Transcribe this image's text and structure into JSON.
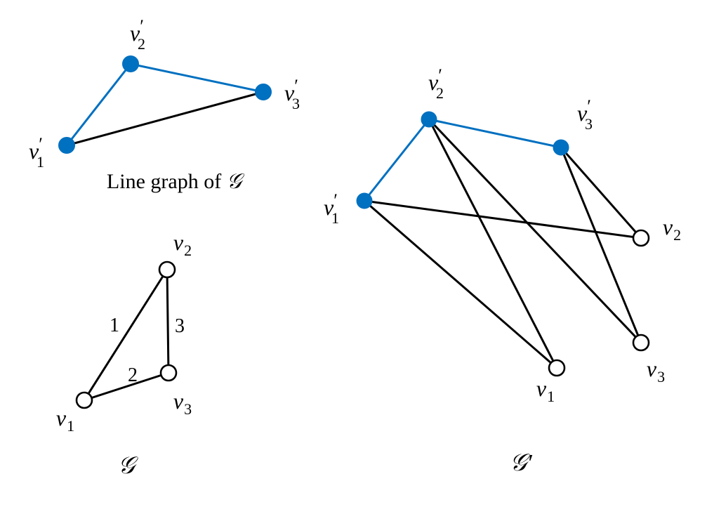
{
  "colors": {
    "filled_node": "#0070C0",
    "highlight_edge": "#0070C0",
    "edge": "#000000",
    "open_node_fill": "#FFFFFF",
    "open_node_stroke": "#000000"
  },
  "line_graph": {
    "caption_prefix": "Line graph of",
    "caption_symbol": "𝒢",
    "nodes": [
      {
        "id": "v1p",
        "base": "v",
        "prime": "′",
        "sub": "1",
        "filled": true
      },
      {
        "id": "v2p",
        "base": "v",
        "prime": "′",
        "sub": "2",
        "filled": true
      },
      {
        "id": "v3p",
        "base": "v",
        "prime": "′",
        "sub": "3",
        "filled": true
      }
    ],
    "edges": [
      {
        "from": "v1p",
        "to": "v2p",
        "highlight": true
      },
      {
        "from": "v2p",
        "to": "v3p",
        "highlight": true
      },
      {
        "from": "v1p",
        "to": "v3p",
        "highlight": false
      }
    ]
  },
  "graph_g": {
    "caption_symbol": "𝒢",
    "nodes": [
      {
        "id": "v1",
        "base": "v",
        "sub": "1",
        "filled": false
      },
      {
        "id": "v2",
        "base": "v",
        "sub": "2",
        "filled": false
      },
      {
        "id": "v3",
        "base": "v",
        "sub": "3",
        "filled": false
      }
    ],
    "edges": [
      {
        "from": "v1",
        "to": "v2",
        "label": "1"
      },
      {
        "from": "v1",
        "to": "v3",
        "label": "2"
      },
      {
        "from": "v2",
        "to": "v3",
        "label": "3"
      }
    ]
  },
  "graph_g_prime": {
    "caption_symbol": "𝒢",
    "caption_prime": "′",
    "nodes": [
      {
        "id": "v1p",
        "base": "v",
        "prime": "′",
        "sub": "1",
        "filled": true
      },
      {
        "id": "v2p",
        "base": "v",
        "prime": "′",
        "sub": "2",
        "filled": true
      },
      {
        "id": "v3p",
        "base": "v",
        "prime": "′",
        "sub": "3",
        "filled": true
      },
      {
        "id": "v1",
        "base": "v",
        "sub": "1",
        "filled": false
      },
      {
        "id": "v2",
        "base": "v",
        "sub": "2",
        "filled": false
      },
      {
        "id": "v3",
        "base": "v",
        "sub": "3",
        "filled": false
      }
    ],
    "edges": [
      {
        "from": "v1p",
        "to": "v2p",
        "highlight": true
      },
      {
        "from": "v2p",
        "to": "v3p",
        "highlight": true
      },
      {
        "from": "v1p",
        "to": "v2",
        "highlight": false
      },
      {
        "from": "v1p",
        "to": "v1",
        "highlight": false
      },
      {
        "from": "v2p",
        "to": "v1",
        "highlight": false
      },
      {
        "from": "v2p",
        "to": "v3",
        "highlight": false
      },
      {
        "from": "v3p",
        "to": "v2",
        "highlight": false
      },
      {
        "from": "v3p",
        "to": "v3",
        "highlight": false
      }
    ]
  }
}
